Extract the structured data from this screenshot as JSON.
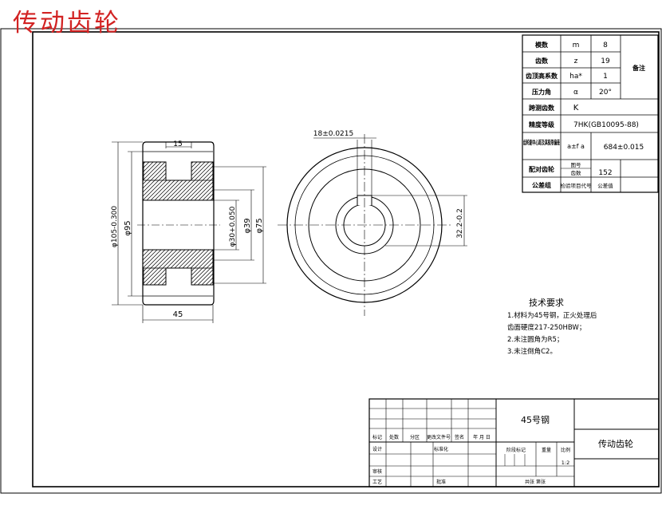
{
  "page_title": "传动齿轮",
  "params_table": {
    "rows": [
      {
        "name": "模数",
        "symbol": "m",
        "value": "8"
      },
      {
        "name": "齿数",
        "symbol": "z",
        "value": "19"
      },
      {
        "name": "齿顶高系数",
        "symbol": "ha*",
        "value": "1"
      },
      {
        "name": "压力角",
        "symbol": "α",
        "value": "20°"
      },
      {
        "name": "跨测齿数",
        "symbol": "",
        "value": "K"
      },
      {
        "name": "精度等级",
        "symbol": "",
        "value": "7HK(GB10095-88)"
      },
      {
        "name": "齿轮副中心距及其极限偏差",
        "symbol": "a±f a",
        "value": "684±0.015"
      },
      {
        "name": "配对齿轮",
        "symbol": "图号",
        "symbol2": "齿数",
        "value": "152"
      },
      {
        "name": "公差组",
        "symbol": "检验项目代号",
        "value": "公差值"
      }
    ],
    "remark": "备注"
  },
  "dimensions": {
    "hub_width": "45",
    "groove_width": "15",
    "tip_diameter": "φ105-0.300",
    "d95": "φ95",
    "bore": "φ30+0.050",
    "d39": "φ39",
    "d75": "φ75",
    "keyway_width": "18±0.0215",
    "keyway_depth": "32.2-0.2"
  },
  "tech_requirements": {
    "title": "技术要求",
    "items": [
      "1.材料为45号钢，正火处理后",
      "齿面硬度217-250HBW；",
      "2.未注圆角为R5；",
      "3.未注倒角C2。"
    ]
  },
  "title_block": {
    "material": "45号钢",
    "part_name": "传动齿轮",
    "header_labels": [
      "标记",
      "处数",
      "分区",
      "更改文件号",
      "签名",
      "年 月 日"
    ],
    "design": "设计",
    "standardize": "标准化",
    "review": "审核",
    "process": "工艺",
    "approve": "批准",
    "stage_mark": "阶段标记",
    "weight": "重量",
    "scale_label": "比例",
    "scale": "1:2",
    "sheets": "共张 第张"
  }
}
